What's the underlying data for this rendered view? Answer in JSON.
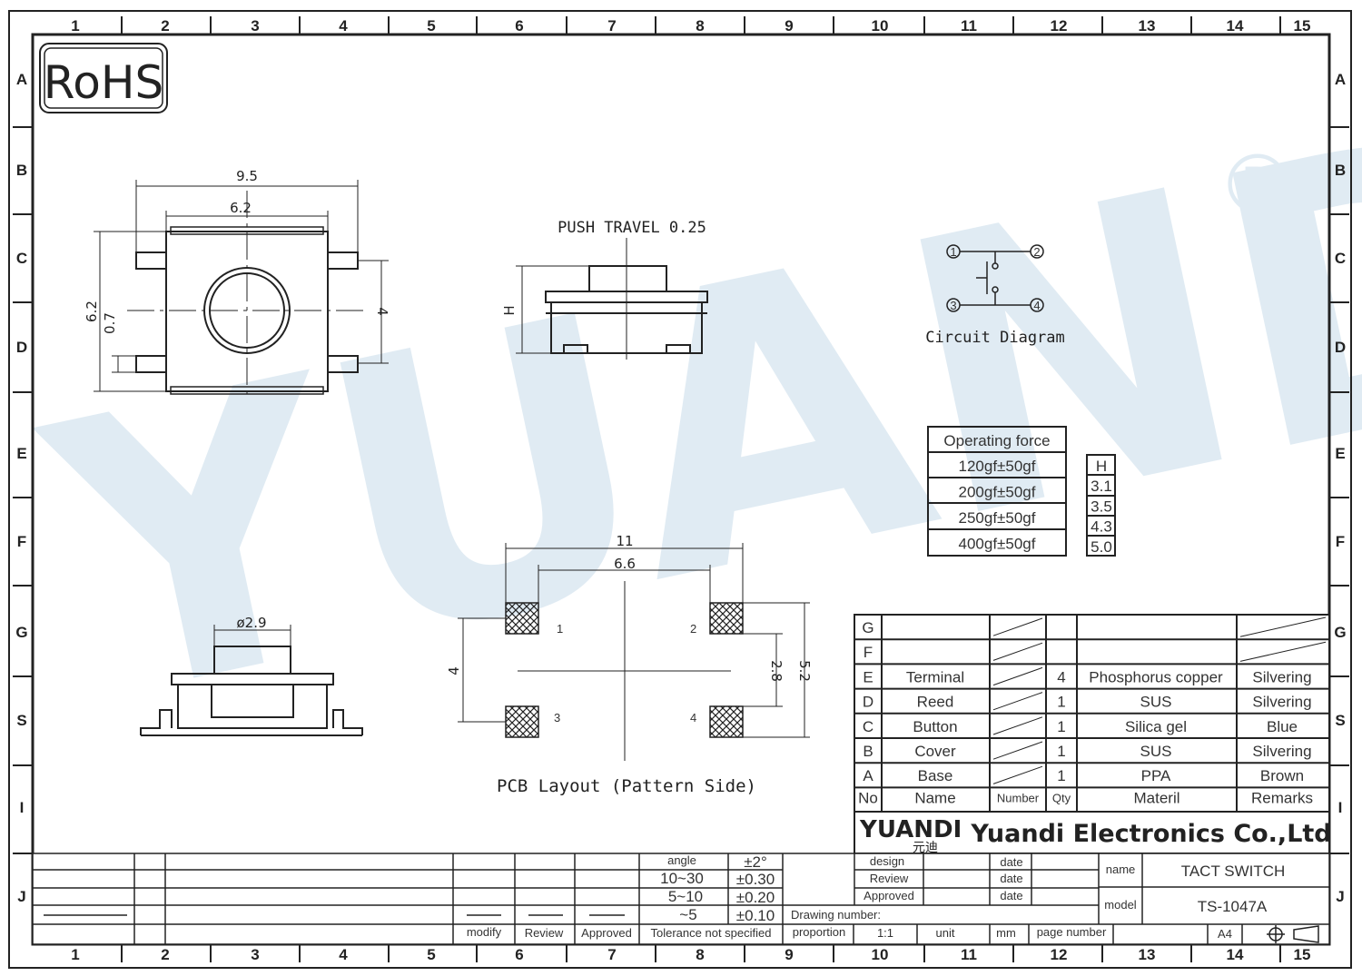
{
  "grid": {
    "cols": [
      "1",
      "2",
      "3",
      "4",
      "5",
      "6",
      "7",
      "8",
      "9",
      "10",
      "11",
      "12",
      "13",
      "14",
      "15"
    ],
    "rows": [
      "A",
      "B",
      "C",
      "D",
      "E",
      "F",
      "G",
      "S",
      "I",
      "J"
    ]
  },
  "logo": {
    "rohs": "RoHS",
    "watermark": "YUANDI"
  },
  "dims": {
    "top_w": "9.5",
    "top_inner": "6.2",
    "top_h": "6.2",
    "top_small": "0.7",
    "top_right": "4",
    "push_travel": "PUSH TRAVEL 0.25",
    "h_label": "H",
    "btn_dia": "ø2.9",
    "pcb_w": "11",
    "pcb_inner": "6.6",
    "pcb_left": "4",
    "pcb_r1": "2.8",
    "pcb_r2": "5.2",
    "pins": [
      "1",
      "2",
      "3",
      "4"
    ]
  },
  "circuit": {
    "title": "Circuit  Diagram",
    "pins": [
      "1",
      "2",
      "3",
      "4"
    ]
  },
  "pcb_title": "PCB  Layout  (Pattern  Side)",
  "force_table": {
    "header": "Operating force",
    "rows": [
      "120gf±50gf",
      "200gf±50gf",
      "250gf±50gf",
      "400gf±50gf"
    ],
    "h_header": "H",
    "h_rows": [
      "3.1",
      "3.5",
      "4.3",
      "5.0"
    ]
  },
  "bom": {
    "rows": [
      {
        "no": "G",
        "name": "",
        "qty": "",
        "mat": "",
        "rem": ""
      },
      {
        "no": "F",
        "name": "",
        "qty": "",
        "mat": "",
        "rem": ""
      },
      {
        "no": "E",
        "name": "Terminal",
        "qty": "4",
        "mat": "Phosphorus copper",
        "rem": "Silvering"
      },
      {
        "no": "D",
        "name": "Reed",
        "qty": "1",
        "mat": "SUS",
        "rem": "Silvering"
      },
      {
        "no": "C",
        "name": "Button",
        "qty": "1",
        "mat": "Silica gel",
        "rem": "Blue"
      },
      {
        "no": "B",
        "name": "Cover",
        "qty": "1",
        "mat": "SUS",
        "rem": "Silvering"
      },
      {
        "no": "A",
        "name": "Base",
        "qty": "1",
        "mat": "PPA",
        "rem": "Brown"
      }
    ],
    "header": {
      "no": "No",
      "name": "Name",
      "number": "Number",
      "qty": "Qty",
      "mat": "Materil",
      "rem": "Remarks"
    }
  },
  "company": {
    "brand": "YUANDI",
    "brand_cn": "元迪",
    "name": "Yuandi Electronics Co.,Ltd"
  },
  "title_block": {
    "angle": "angle",
    "angle_tol": "±2°",
    "r1": "10~30",
    "t1": "±0.30",
    "r2": "5~10",
    "t2": "±0.20",
    "r3": "~5",
    "t3": "±0.10",
    "modify": "modify",
    "review": "Review",
    "approved": "Approved",
    "tol_note": "Tolerance not specified",
    "design": "design",
    "review2": "Review",
    "approved2": "Approved",
    "date": "date",
    "drawing_number": "Drawing number:",
    "proportion": "proportion",
    "scale": "1:1",
    "unit": "unit",
    "mm": "mm",
    "page_number": "page number",
    "paper": "A4",
    "name_lbl": "name",
    "name_val": "TACT SWITCH",
    "model_lbl": "model",
    "model_val": "TS-1047A"
  }
}
